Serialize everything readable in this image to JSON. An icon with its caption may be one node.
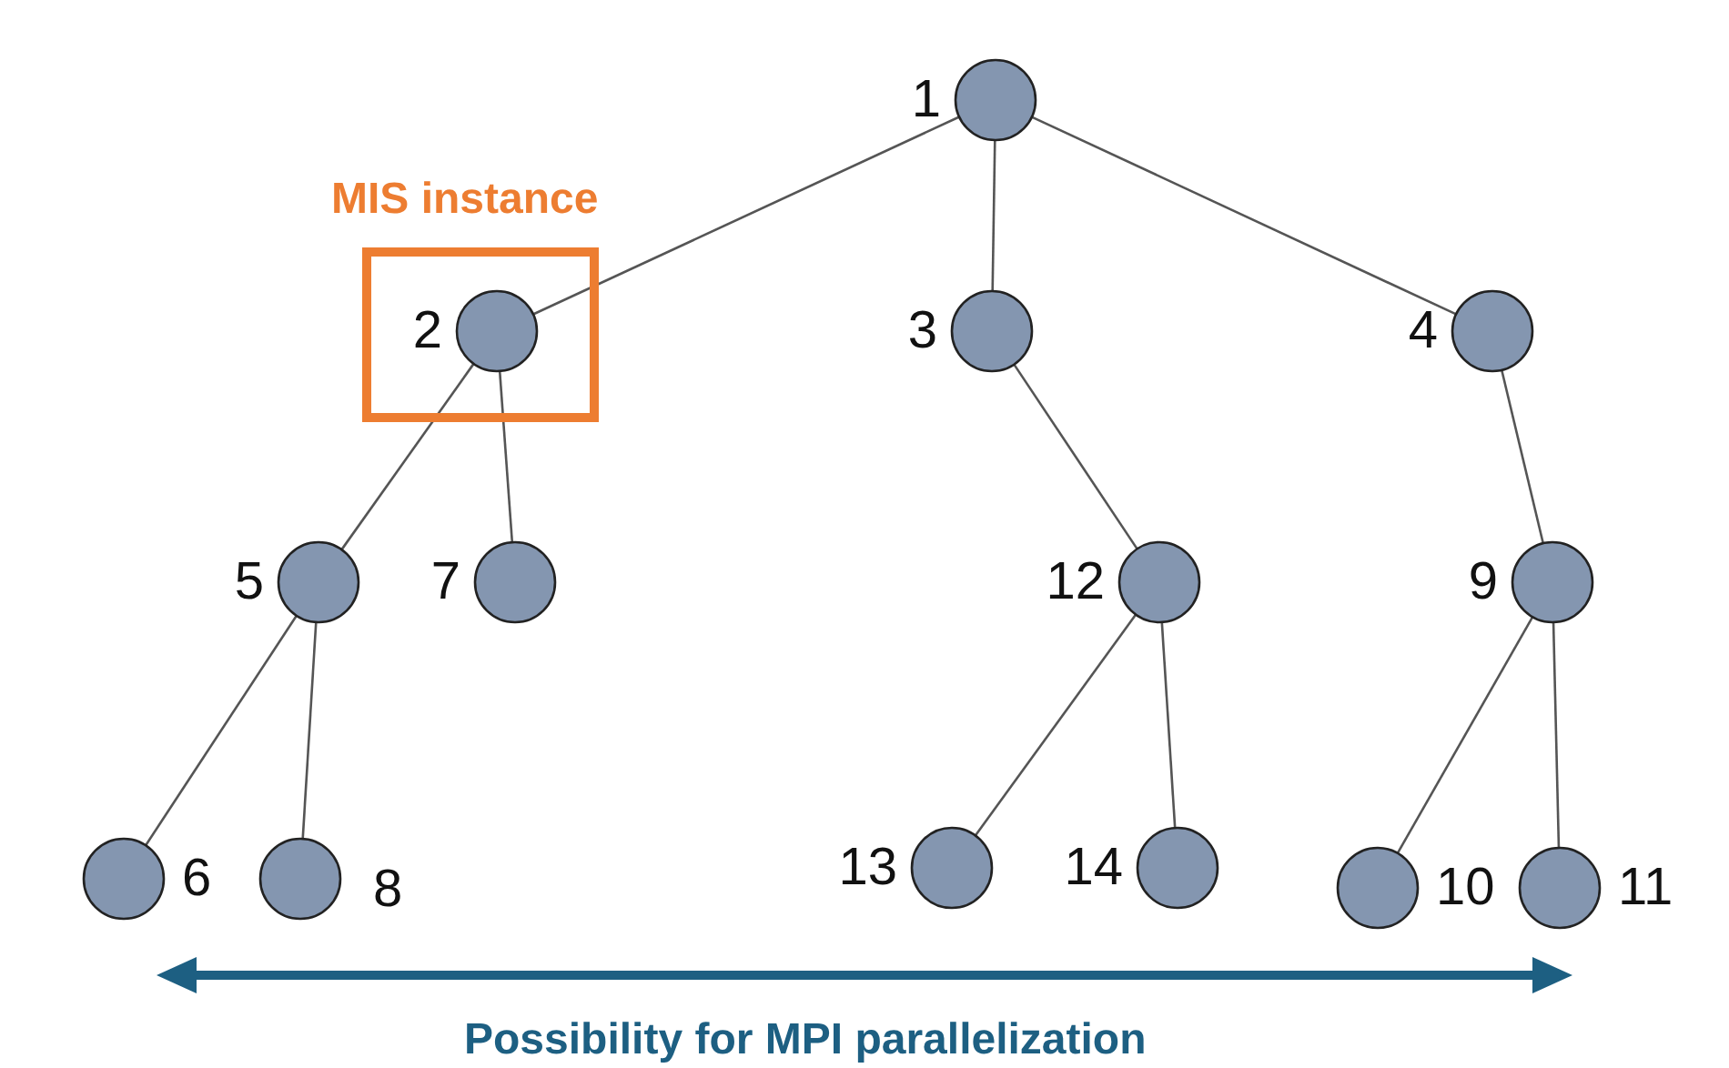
{
  "diagram": {
    "nodes": [
      {
        "text": [],
        "shape": "circle",
        "beside": [
          "1"
        ]
      },
      {
        "text": [
          "MIS instance"
        ]
      },
      {
        "text": [],
        "shape": "circle",
        "beside": [
          "2"
        ],
        "in": 1
      },
      {
        "text": [],
        "shape": "circle",
        "beside": [
          "3"
        ]
      },
      {
        "text": [],
        "shape": "circle",
        "beside": [
          "4"
        ]
      },
      {
        "text": [],
        "shape": "circle",
        "beside": [
          "5"
        ]
      },
      {
        "text": [],
        "shape": "circle",
        "beside": [
          "7"
        ]
      },
      {
        "text": [],
        "shape": "circle",
        "beside": [
          "12"
        ]
      },
      {
        "text": [],
        "shape": "circle",
        "beside": [
          "9"
        ]
      },
      {
        "text": [],
        "shape": "circle",
        "beside": [
          "6"
        ]
      },
      {
        "text": [],
        "shape": "circle",
        "beside": [
          "8"
        ]
      },
      {
        "text": [],
        "shape": "circle",
        "beside": [
          "13"
        ]
      },
      {
        "text": [],
        "shape": "circle",
        "beside": [
          "14"
        ]
      },
      {
        "text": [],
        "shape": "circle",
        "beside": [
          "10"
        ]
      },
      {
        "text": [],
        "shape": "circle",
        "beside": [
          "11"
        ]
      }
    ],
    "edges": [
      {
        "from": 0,
        "to": 2,
        "arrow": "none"
      },
      {
        "from": 0,
        "to": 3,
        "arrow": "none"
      },
      {
        "from": 0,
        "to": 4,
        "arrow": "none"
      },
      {
        "from": 2,
        "to": 5,
        "arrow": "none"
      },
      {
        "from": 2,
        "to": 6,
        "arrow": "none"
      },
      {
        "from": 3,
        "to": 7,
        "arrow": "none"
      },
      {
        "from": 4,
        "to": 8,
        "arrow": "none"
      },
      {
        "from": 5,
        "to": 9,
        "arrow": "none"
      },
      {
        "from": 5,
        "to": 10,
        "arrow": "none"
      },
      {
        "from": 7,
        "to": 11,
        "arrow": "none"
      },
      {
        "from": 7,
        "to": 12,
        "arrow": "none"
      },
      {
        "from": 8,
        "to": 13,
        "arrow": "none"
      },
      {
        "from": 8,
        "to": 14,
        "arrow": "none"
      }
    ],
    "labels": [
      "Possibility for MPI parallelization"
    ]
  }
}
